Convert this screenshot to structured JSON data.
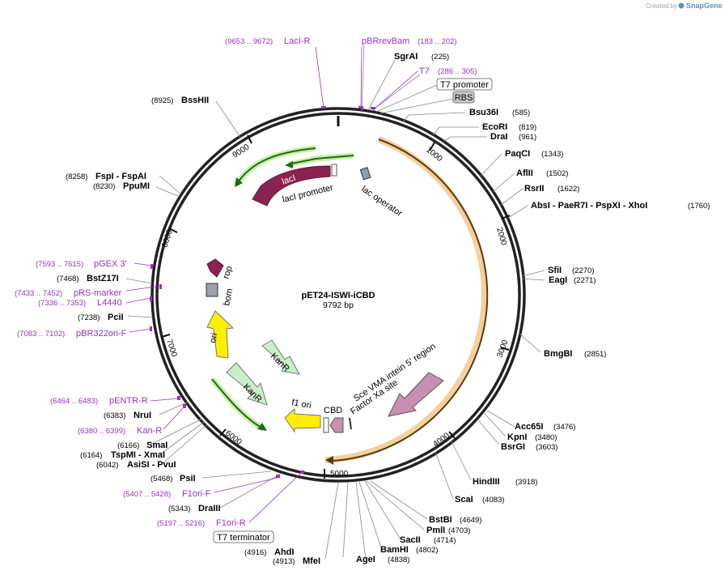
{
  "header": {
    "credit_prefix": "Created by",
    "credit_brand": "SnapGene"
  },
  "plasmid": {
    "name": "pET24-ISWI-iCBD",
    "size_label": "9792 bp",
    "total_bp": 9792
  },
  "ticks": [
    "1000",
    "2000",
    "3000",
    "4000",
    "5000",
    "6000",
    "7000",
    "8000",
    "9000"
  ],
  "colors": {
    "backbone": "#222222",
    "orange_feature": "#c8780a",
    "lacI": "#8b2252",
    "kanR": "#c8f0c8",
    "ori": "#ffee00",
    "sce": "#c890b0",
    "primer": "#9b30c8",
    "green_arrow": "#2e7d32"
  },
  "sites": [
    {
      "name": "SgrAI",
      "pos": "(225)"
    },
    {
      "name": "Bsu36I",
      "pos": "(585)"
    },
    {
      "name": "EcoRI",
      "pos": "(819)"
    },
    {
      "name": "DraI",
      "pos": "(961)"
    },
    {
      "name": "PaqCI",
      "pos": "(1343)"
    },
    {
      "name": "AflII",
      "pos": "(1502)"
    },
    {
      "name": "RsrII",
      "pos": "(1622)"
    },
    {
      "name": "AbsI - PaeR7I - PspXI - XhoI",
      "pos": "(1760)"
    },
    {
      "name": "SfiI",
      "pos": "(2270)"
    },
    {
      "name": "EagI",
      "pos": "(2271)"
    },
    {
      "name": "BmgBI",
      "pos": "(2851)"
    },
    {
      "name": "Acc65I",
      "pos": "(3476)"
    },
    {
      "name": "KpnI",
      "pos": "(3480)"
    },
    {
      "name": "BsrGI",
      "pos": "(3603)"
    },
    {
      "name": "HindIII",
      "pos": "(3918)"
    },
    {
      "name": "ScaI",
      "pos": "(4083)"
    },
    {
      "name": "BstBI",
      "pos": "(4649)"
    },
    {
      "name": "PmlI",
      "pos": "(4703)"
    },
    {
      "name": "SacII",
      "pos": "(4714)"
    },
    {
      "name": "BamHI",
      "pos": "(4802)"
    },
    {
      "name": "AgeI",
      "pos": "(4838)"
    },
    {
      "name": "AhdI",
      "pos": "(4916)"
    },
    {
      "name": "MfeI",
      "pos": "(4913)"
    },
    {
      "name": "DraIII",
      "pos": "(5343)"
    },
    {
      "name": "PsiI",
      "pos": "(5468)"
    },
    {
      "name": "AsiSI - PvuI",
      "pos": "(6042)"
    },
    {
      "name": "TspMI - XmaI",
      "pos": "(6164)"
    },
    {
      "name": "SmaI",
      "pos": "(6166)"
    },
    {
      "name": "NruI",
      "pos": "(6383)"
    },
    {
      "name": "PciI",
      "pos": "(7238)"
    },
    {
      "name": "BstZ17I",
      "pos": "(7468)"
    },
    {
      "name": "PpuMI",
      "pos": "(8230)"
    },
    {
      "name": "FspI - FspAI",
      "pos": "(8258)"
    },
    {
      "name": "BssHII",
      "pos": "(8925)"
    }
  ],
  "primers": [
    {
      "name": "LacI-R",
      "pos": "(9653 .. 9672)"
    },
    {
      "name": "pBRrevBam",
      "pos": "(183 .. 202)"
    },
    {
      "name": "T7",
      "pos": "(286 .. 305)"
    },
    {
      "name": "pGEX 3'",
      "pos": "(7593 .. 7615)"
    },
    {
      "name": "pRS-marker",
      "pos": "(7433 .. 7452)"
    },
    {
      "name": "L4440",
      "pos": "(7336 .. 7353)"
    },
    {
      "name": "pBR322ori-F",
      "pos": "(7083 .. 7102)"
    },
    {
      "name": "pENTR-R",
      "pos": "(6464 .. 6483)"
    },
    {
      "name": "Kan-R",
      "pos": "(6380 .. 6399)"
    },
    {
      "name": "F1ori-F",
      "pos": "(5407 .. 5428)"
    },
    {
      "name": "F1ori-R",
      "pos": "(5197 .. 5216)"
    }
  ],
  "boxed_labels": [
    "T7 promoter",
    "RBS",
    "T7 terminator"
  ],
  "features": [
    "lacI",
    "lacI promoter",
    "lac operator",
    "rop",
    "bom",
    "ori",
    "KanR",
    "KanR",
    "f1 ori",
    "CBD",
    "Sce VMA intein 5' region",
    "Factor Xa site"
  ]
}
